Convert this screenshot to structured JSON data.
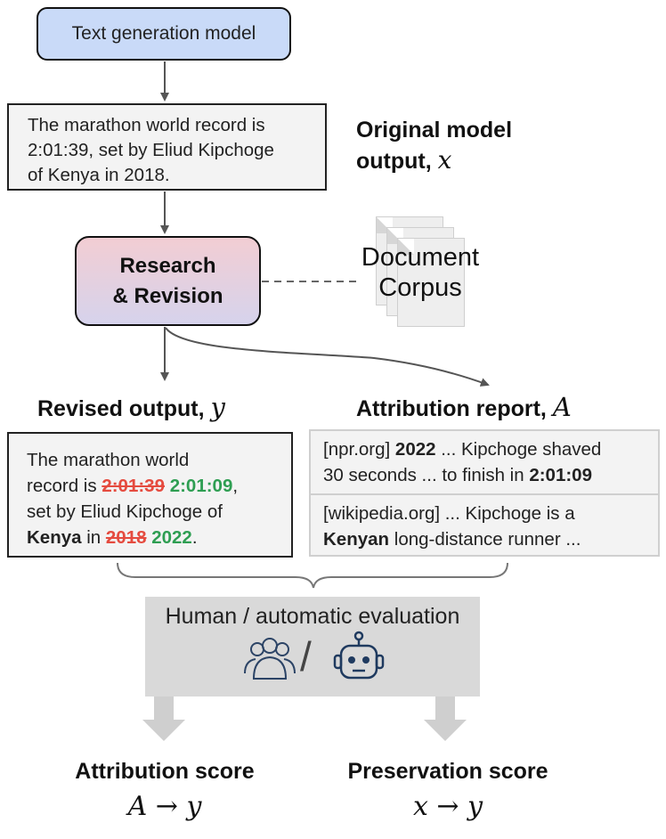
{
  "model_box": {
    "label": "Text generation model"
  },
  "original_output": {
    "lines": [
      "The marathon world record is",
      "2:01:39, set by Eliud Kipchoge",
      "of Kenya in 2018."
    ]
  },
  "original_label": {
    "line1": "Original model",
    "line2": "output,",
    "var": "x"
  },
  "research_box": {
    "line1": "Research",
    "line2": "& Revision"
  },
  "corpus": {
    "line1": "Document",
    "line2": "Corpus"
  },
  "revised": {
    "heading": "Revised output,",
    "heading_var": "y",
    "line1": "The marathon world",
    "line2_prefix": "record is ",
    "line2_old": "2:01:39",
    "line2_new": "2:01:09",
    "line2_suffix": ",",
    "line3": "set by Eliud Kipchoge of",
    "line4_bold": "Kenya",
    "line4_mid": " in ",
    "line4_old": "2018",
    "line4_new": "2022",
    "line4_suffix": "."
  },
  "attribution": {
    "heading": "Attribution report,",
    "heading_var": "A",
    "item1": {
      "source": "[npr.org] ",
      "bold1": "2022",
      "text1": " ... Kipchoge shaved",
      "text2": "30 seconds ... to finish in ",
      "bold2": "2:01:09"
    },
    "item2": {
      "text1": "[wikipedia.org] ... Kipchoge is a",
      "bold": "Kenyan",
      "text2": " long-distance runner ..."
    }
  },
  "evaluation": {
    "label": "Human / automatic evaluation",
    "slash": "/",
    "icons": [
      "people-icon",
      "robot-icon"
    ]
  },
  "scores": {
    "attribution": {
      "label": "Attribution score",
      "formula": "A → y"
    },
    "preservation": {
      "label": "Preservation score",
      "formula": "x → y"
    }
  },
  "colors": {
    "model_box": "#c9daf8",
    "research_gradient_top": "#f2cdd3",
    "research_gradient_bottom": "#d6d3ec",
    "strike_red": "#e54b3f",
    "insert_green": "#2e9e52",
    "eval_gray": "#d9d9d9",
    "icon_navy": "#1f3a5f"
  }
}
